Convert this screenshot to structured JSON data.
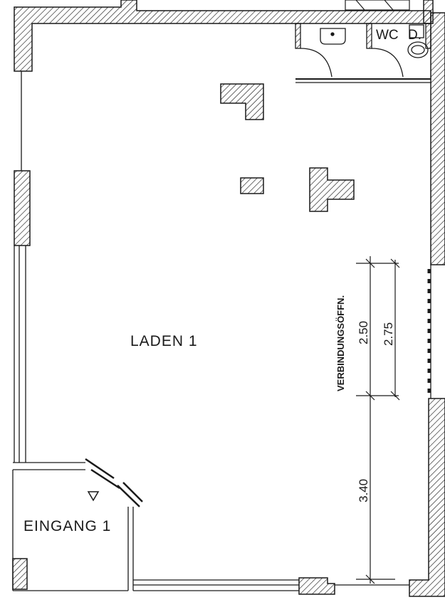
{
  "rooms": {
    "laden": "LADEN 1",
    "eingang": "EINGANG 1",
    "wc_label": "WC",
    "wc_suffix": "D."
  },
  "annotations": {
    "verbindung": "VERBINDUNGSÖFFN."
  },
  "dimensions": {
    "upper_inner": "2.50",
    "upper_outer": "2.75",
    "lower": "3.40"
  },
  "symbols": {
    "entrance_marker": "triangle-down"
  },
  "colors": {
    "line": "#1a1a1a",
    "background": "#ffffff"
  }
}
